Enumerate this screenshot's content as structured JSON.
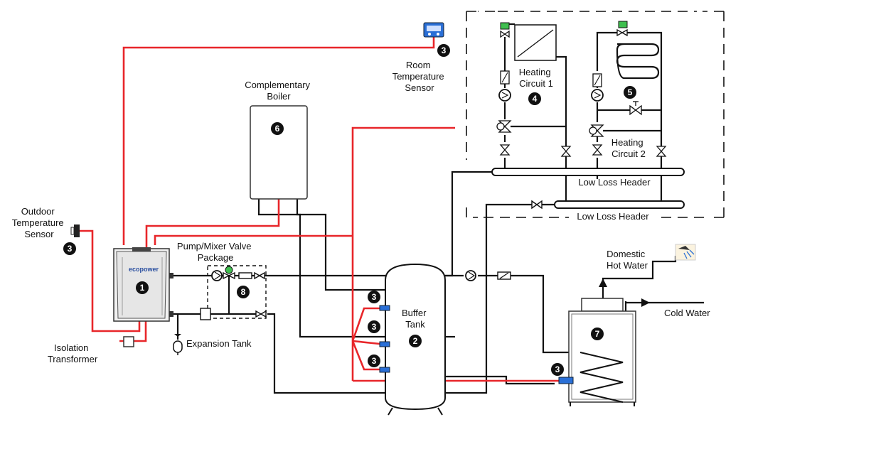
{
  "labels": {
    "outdoor_sensor": [
      "Outdoor",
      "Temperature",
      "Sensor"
    ],
    "isolation_transformer": [
      "Isolation",
      "Transformer"
    ],
    "brand": "ecopower",
    "pump_mixer": [
      "Pump/Mixer Valve",
      "Package"
    ],
    "expansion_tank": "Expansion Tank",
    "complementary_boiler": [
      "Complementary",
      "Boiler"
    ],
    "room_sensor": [
      "Room",
      "Temperature",
      "Sensor"
    ],
    "buffer_tank": [
      "Buffer",
      "Tank"
    ],
    "heating_circuit_1": [
      "Heating",
      "Circuit 1"
    ],
    "heating_circuit_2": [
      "Heating",
      "Circuit 2"
    ],
    "low_loss_header_upper": "Low Loss Header",
    "low_loss_header_lower": "Low Loss Header",
    "domestic_hot_water": [
      "Domestic",
      "Hot Water"
    ],
    "cold_water": "Cold Water"
  },
  "badges": {
    "micro_chp": "1",
    "buffer_tank": "2",
    "sensor": "3",
    "circuit_1": "4",
    "circuit_2": "5",
    "boiler": "6",
    "dhw_tank": "7",
    "pump_package": "8"
  },
  "colors": {
    "pipe": "#111111",
    "sensor_wire": "#e8262a",
    "sensor_tag": "#2a6fd6",
    "badge": "#111111",
    "valve_motor": "#3fbf4f"
  }
}
